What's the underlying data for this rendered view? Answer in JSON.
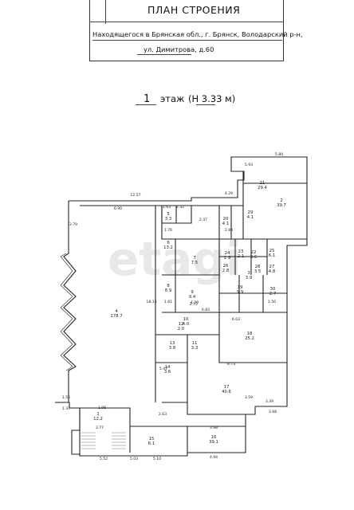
{
  "header": {
    "title": "ПЛАН СТРОЕНИЯ",
    "address_line1": "Находящегося в Брянская обл., г. Брянск, Володарский р-н,",
    "address_line2": "ул. Димитрова, д.60",
    "floor_number": "1",
    "floor_word": "этаж",
    "floor_height": "(Н 3.33 м)"
  },
  "watermark": "etagi",
  "rooms": [
    {
      "no": "1",
      "area": "12.2"
    },
    {
      "no": "2",
      "area": "39.7"
    },
    {
      "no": "3",
      "area": "3.9"
    },
    {
      "no": "4",
      "area": "178.7"
    },
    {
      "no": "5",
      "area": "3.3"
    },
    {
      "no": "6",
      "area": "13.2"
    },
    {
      "no": "7",
      "area": "7.5"
    },
    {
      "no": "8",
      "area": "8.9"
    },
    {
      "no": "9",
      "area": "9.4"
    },
    {
      "no": "10",
      "area": "4.0"
    },
    {
      "no": "11",
      "area": "3.3"
    },
    {
      "no": "12",
      "area": "2.0"
    },
    {
      "no": "13",
      "area": "3.8"
    },
    {
      "no": "14",
      "area": "3.6"
    },
    {
      "no": "15",
      "area": "6.1"
    },
    {
      "no": "16",
      "area": "39.1"
    },
    {
      "no": "17",
      "area": "40.6"
    },
    {
      "no": "18",
      "area": "25.2"
    },
    {
      "no": "19",
      "area": "9.9"
    },
    {
      "no": "20",
      "area": "4.1"
    },
    {
      "no": "21",
      "area": "29.4"
    },
    {
      "no": "22",
      "area": "3.6"
    },
    {
      "no": "23",
      "area": "2.1"
    },
    {
      "no": "24",
      "area": "2.9"
    },
    {
      "no": "25",
      "area": "6.1"
    },
    {
      "no": "26",
      "area": "2.8"
    },
    {
      "no": "27",
      "area": "4.8"
    },
    {
      "no": "28",
      "area": "3.5"
    },
    {
      "no": "29",
      "area": "4.1"
    },
    {
      "no": "30",
      "area": "2.7"
    }
  ],
  "dimensions": [
    "12.57",
    "6.90",
    "4.29",
    "5.93",
    "5.80",
    "1.63",
    "2.32",
    "2.47",
    "1.76",
    "3.79",
    "18.13",
    "1.61",
    "2.72",
    "4.29",
    "6.83",
    "8.73",
    "3.59",
    "3.39",
    "2.63",
    "5.10",
    "4.94",
    "5.52",
    "5.03",
    "1.56",
    "1.37",
    "1.98",
    "2.84",
    "1.50",
    "3.77",
    "3.98",
    "5.47",
    "6.03",
    "3.68"
  ]
}
